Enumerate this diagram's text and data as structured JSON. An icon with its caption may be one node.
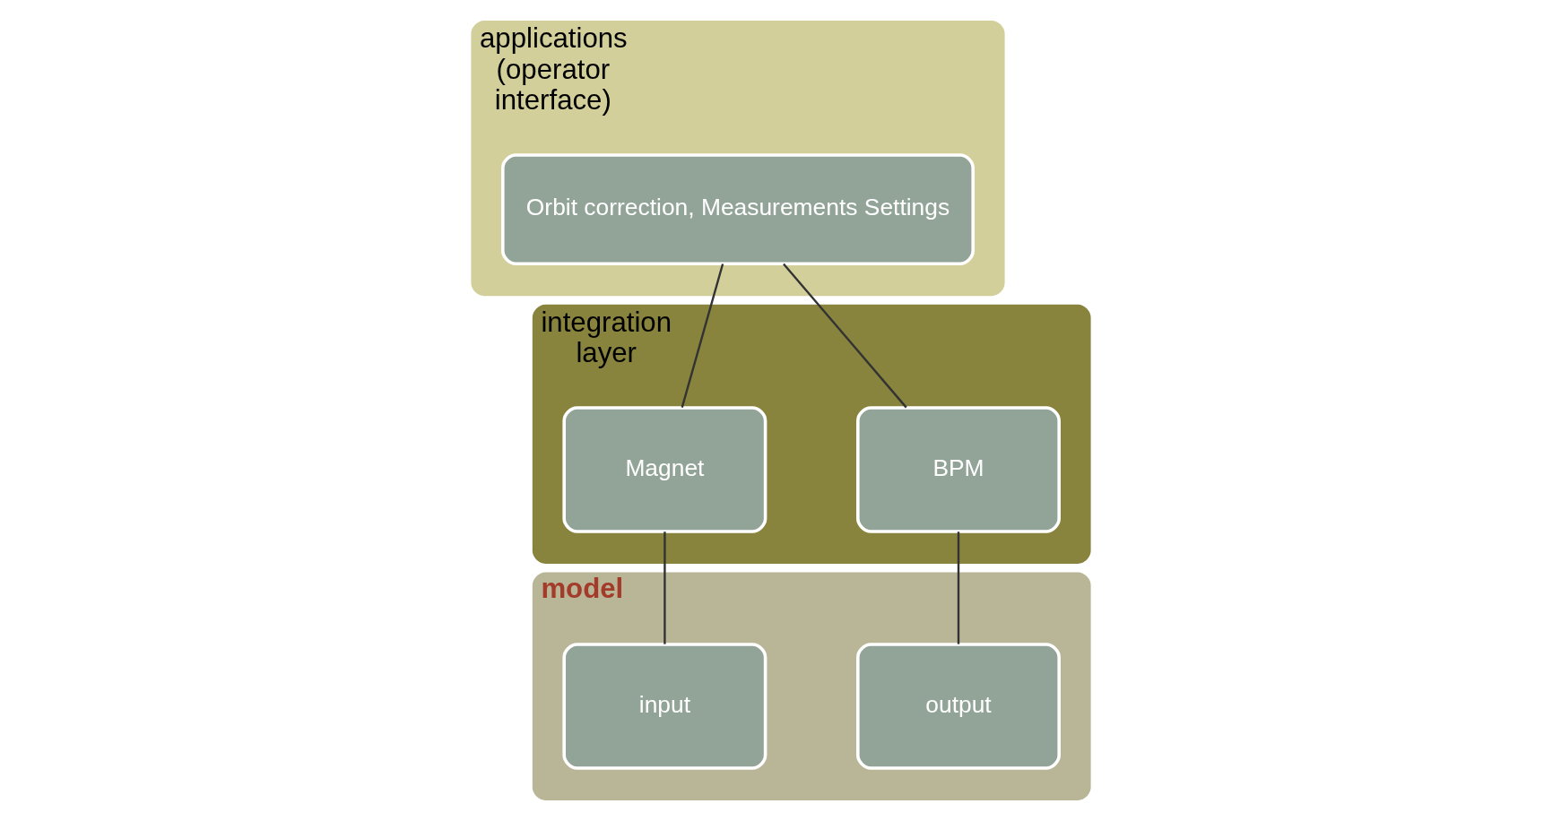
{
  "diagram": {
    "nodes": [
      {
        "text": [
          "applications (operator interface)"
        ]
      },
      {
        "text": [
          "Orbit correction, Measurements Settings"
        ],
        "in": 0
      },
      {
        "text": [
          "integration layer"
        ]
      },
      {
        "text": [
          "BPM"
        ],
        "in": 2
      },
      {
        "text": [
          "Magnet"
        ],
        "in": 2
      },
      {
        "text": [
          "model"
        ]
      },
      {
        "text": [
          "output"
        ],
        "in": 5
      },
      {
        "text": [
          "input"
        ],
        "in": 5
      }
    ],
    "edges": [
      {
        "from": 1,
        "to": 3,
        "arrow": "none"
      },
      {
        "from": 1,
        "to": 4,
        "arrow": "none"
      },
      {
        "from": 3,
        "to": 6,
        "arrow": "none"
      },
      {
        "from": 4,
        "to": 7,
        "arrow": "none"
      }
    ]
  }
}
